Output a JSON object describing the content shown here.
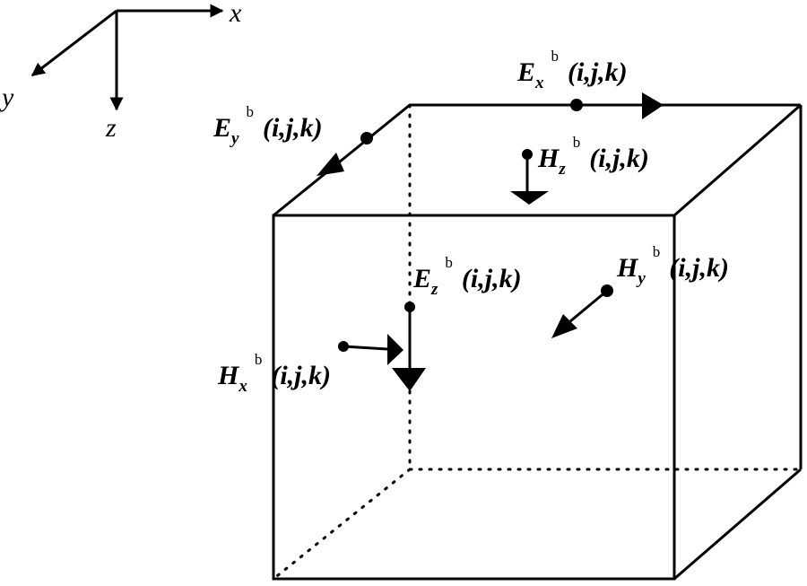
{
  "axes": {
    "x": "x",
    "y": "y",
    "z": "z"
  },
  "fields": {
    "ex": {
      "sym": "E",
      "sub": "x",
      "sup": "b",
      "idx": "(i,j,k)"
    },
    "ey": {
      "sym": "E",
      "sub": "y",
      "sup": "b",
      "idx": "(i,j,k)"
    },
    "ez": {
      "sym": "E",
      "sub": "z",
      "sup": "b",
      "idx": "(i,j,k)"
    },
    "hx": {
      "sym": "H",
      "sub": "x",
      "sup": "b",
      "idx": "(i,j,k)"
    },
    "hy": {
      "sym": "H",
      "sub": "y",
      "sup": "b",
      "idx": "(i,j,k)"
    },
    "hz": {
      "sym": "H",
      "sub": "z",
      "sup": "b",
      "idx": "(i,j,k)"
    }
  }
}
